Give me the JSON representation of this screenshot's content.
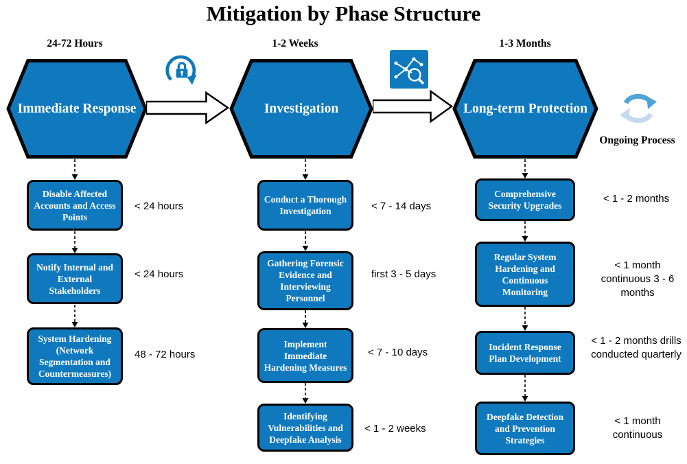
{
  "title": "Mitigation by Phase Structure",
  "ongoing_label": "Ongoing Process",
  "phases": [
    {
      "header": "24-72 Hours",
      "name": "Immediate Response",
      "steps": [
        {
          "label": "Disable Affected Accounts and Access Points",
          "time": "< 24 hours"
        },
        {
          "label": "Notify Internal and External Stakeholders",
          "time": "< 24 hours"
        },
        {
          "label": "System Hardening (Network Segmentation and Countermeasures)",
          "time": "48 - 72 hours"
        }
      ]
    },
    {
      "header": "1-2 Weeks",
      "name": "Investigation",
      "steps": [
        {
          "label": "Conduct a Thorough Investigation",
          "time": "< 7 - 14 days"
        },
        {
          "label": "Gathering Forensic Evidence and Interviewing Personnel",
          "time": "first 3 - 5 days"
        },
        {
          "label": "Implement Immediate Hardening Measures",
          "time": "< 7 - 10 days"
        },
        {
          "label": "Identifying Vulnerabilities and Deepfake Analysis",
          "time": "< 1 - 2 weeks"
        }
      ]
    },
    {
      "header": "1-3 Months",
      "name": "Long-term Protection",
      "steps": [
        {
          "label": "Comprehensive Security Upgrades",
          "time": "< 1 - 2 months"
        },
        {
          "label": "Regular System Hardening and Continuous Monitoring",
          "time": "< 1 month continuous 3 - 6 months"
        },
        {
          "label": "Incident Response Plan Development",
          "time": "< 1 - 2 months drills conducted quarterly"
        },
        {
          "label": "Deepfake Detection and Prevention Strategies",
          "time": "< 1 month continuous"
        }
      ]
    }
  ],
  "icons": {
    "between_phase_1_2": "lock-refresh-icon",
    "between_phase_2_3": "network-analysis-icon",
    "after_phase_3": "cycle-arrows-icon"
  },
  "colors": {
    "primary_blue": "#1079BD",
    "box_text": "#FFFFFF",
    "outline": "#000000",
    "cycle_dark": "#4FA3D8",
    "cycle_light": "#C5D9F1"
  }
}
